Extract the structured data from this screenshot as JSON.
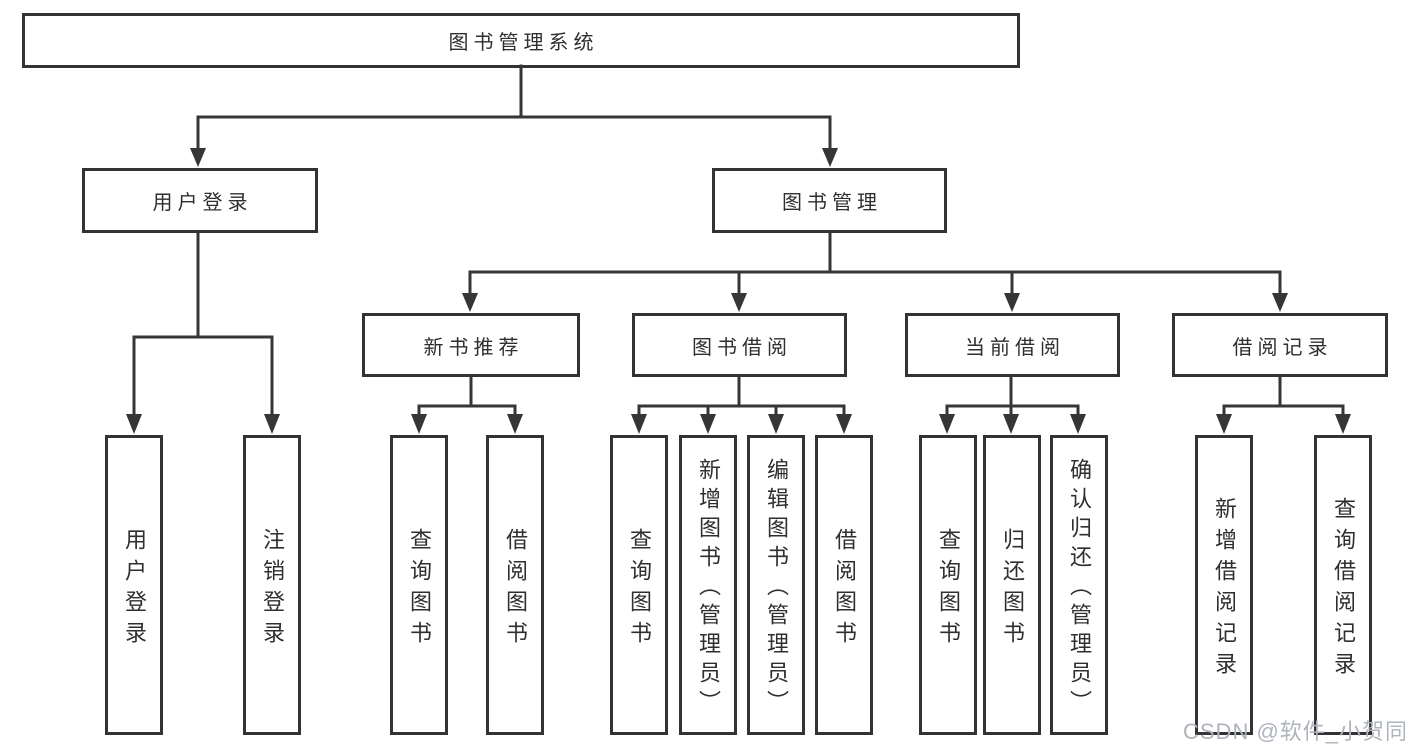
{
  "diagram": {
    "type": "tree",
    "watermark": "CSDN @软件_小贺同学",
    "colors": {
      "background": "#ffffff",
      "line": "#363636",
      "box_border": "#333333",
      "box_fill": "#ffffff",
      "text": "#2f2f2f",
      "watermark": "#aeb3bc"
    },
    "root": {
      "label": "图书管理系统",
      "children": [
        {
          "label": "用户登录",
          "children": [
            {
              "label": "用户登录"
            },
            {
              "label": "注销登录"
            }
          ]
        },
        {
          "label": "图书管理",
          "children": [
            {
              "label": "新书推荐",
              "children": [
                {
                  "label": "查询图书"
                },
                {
                  "label": "借阅图书"
                }
              ]
            },
            {
              "label": "图书借阅",
              "children": [
                {
                  "label": "查询图书"
                },
                {
                  "label": "新增图书（管理员）"
                },
                {
                  "label": "编辑图书（管理员）"
                },
                {
                  "label": "借阅图书"
                }
              ]
            },
            {
              "label": "当前借阅",
              "children": [
                {
                  "label": "查询图书"
                },
                {
                  "label": "归还图书"
                },
                {
                  "label": "确认归还（管理员）"
                }
              ]
            },
            {
              "label": "借阅记录",
              "children": [
                {
                  "label": "新增借阅记录"
                },
                {
                  "label": "查询借阅记录"
                }
              ]
            }
          ]
        }
      ]
    }
  }
}
